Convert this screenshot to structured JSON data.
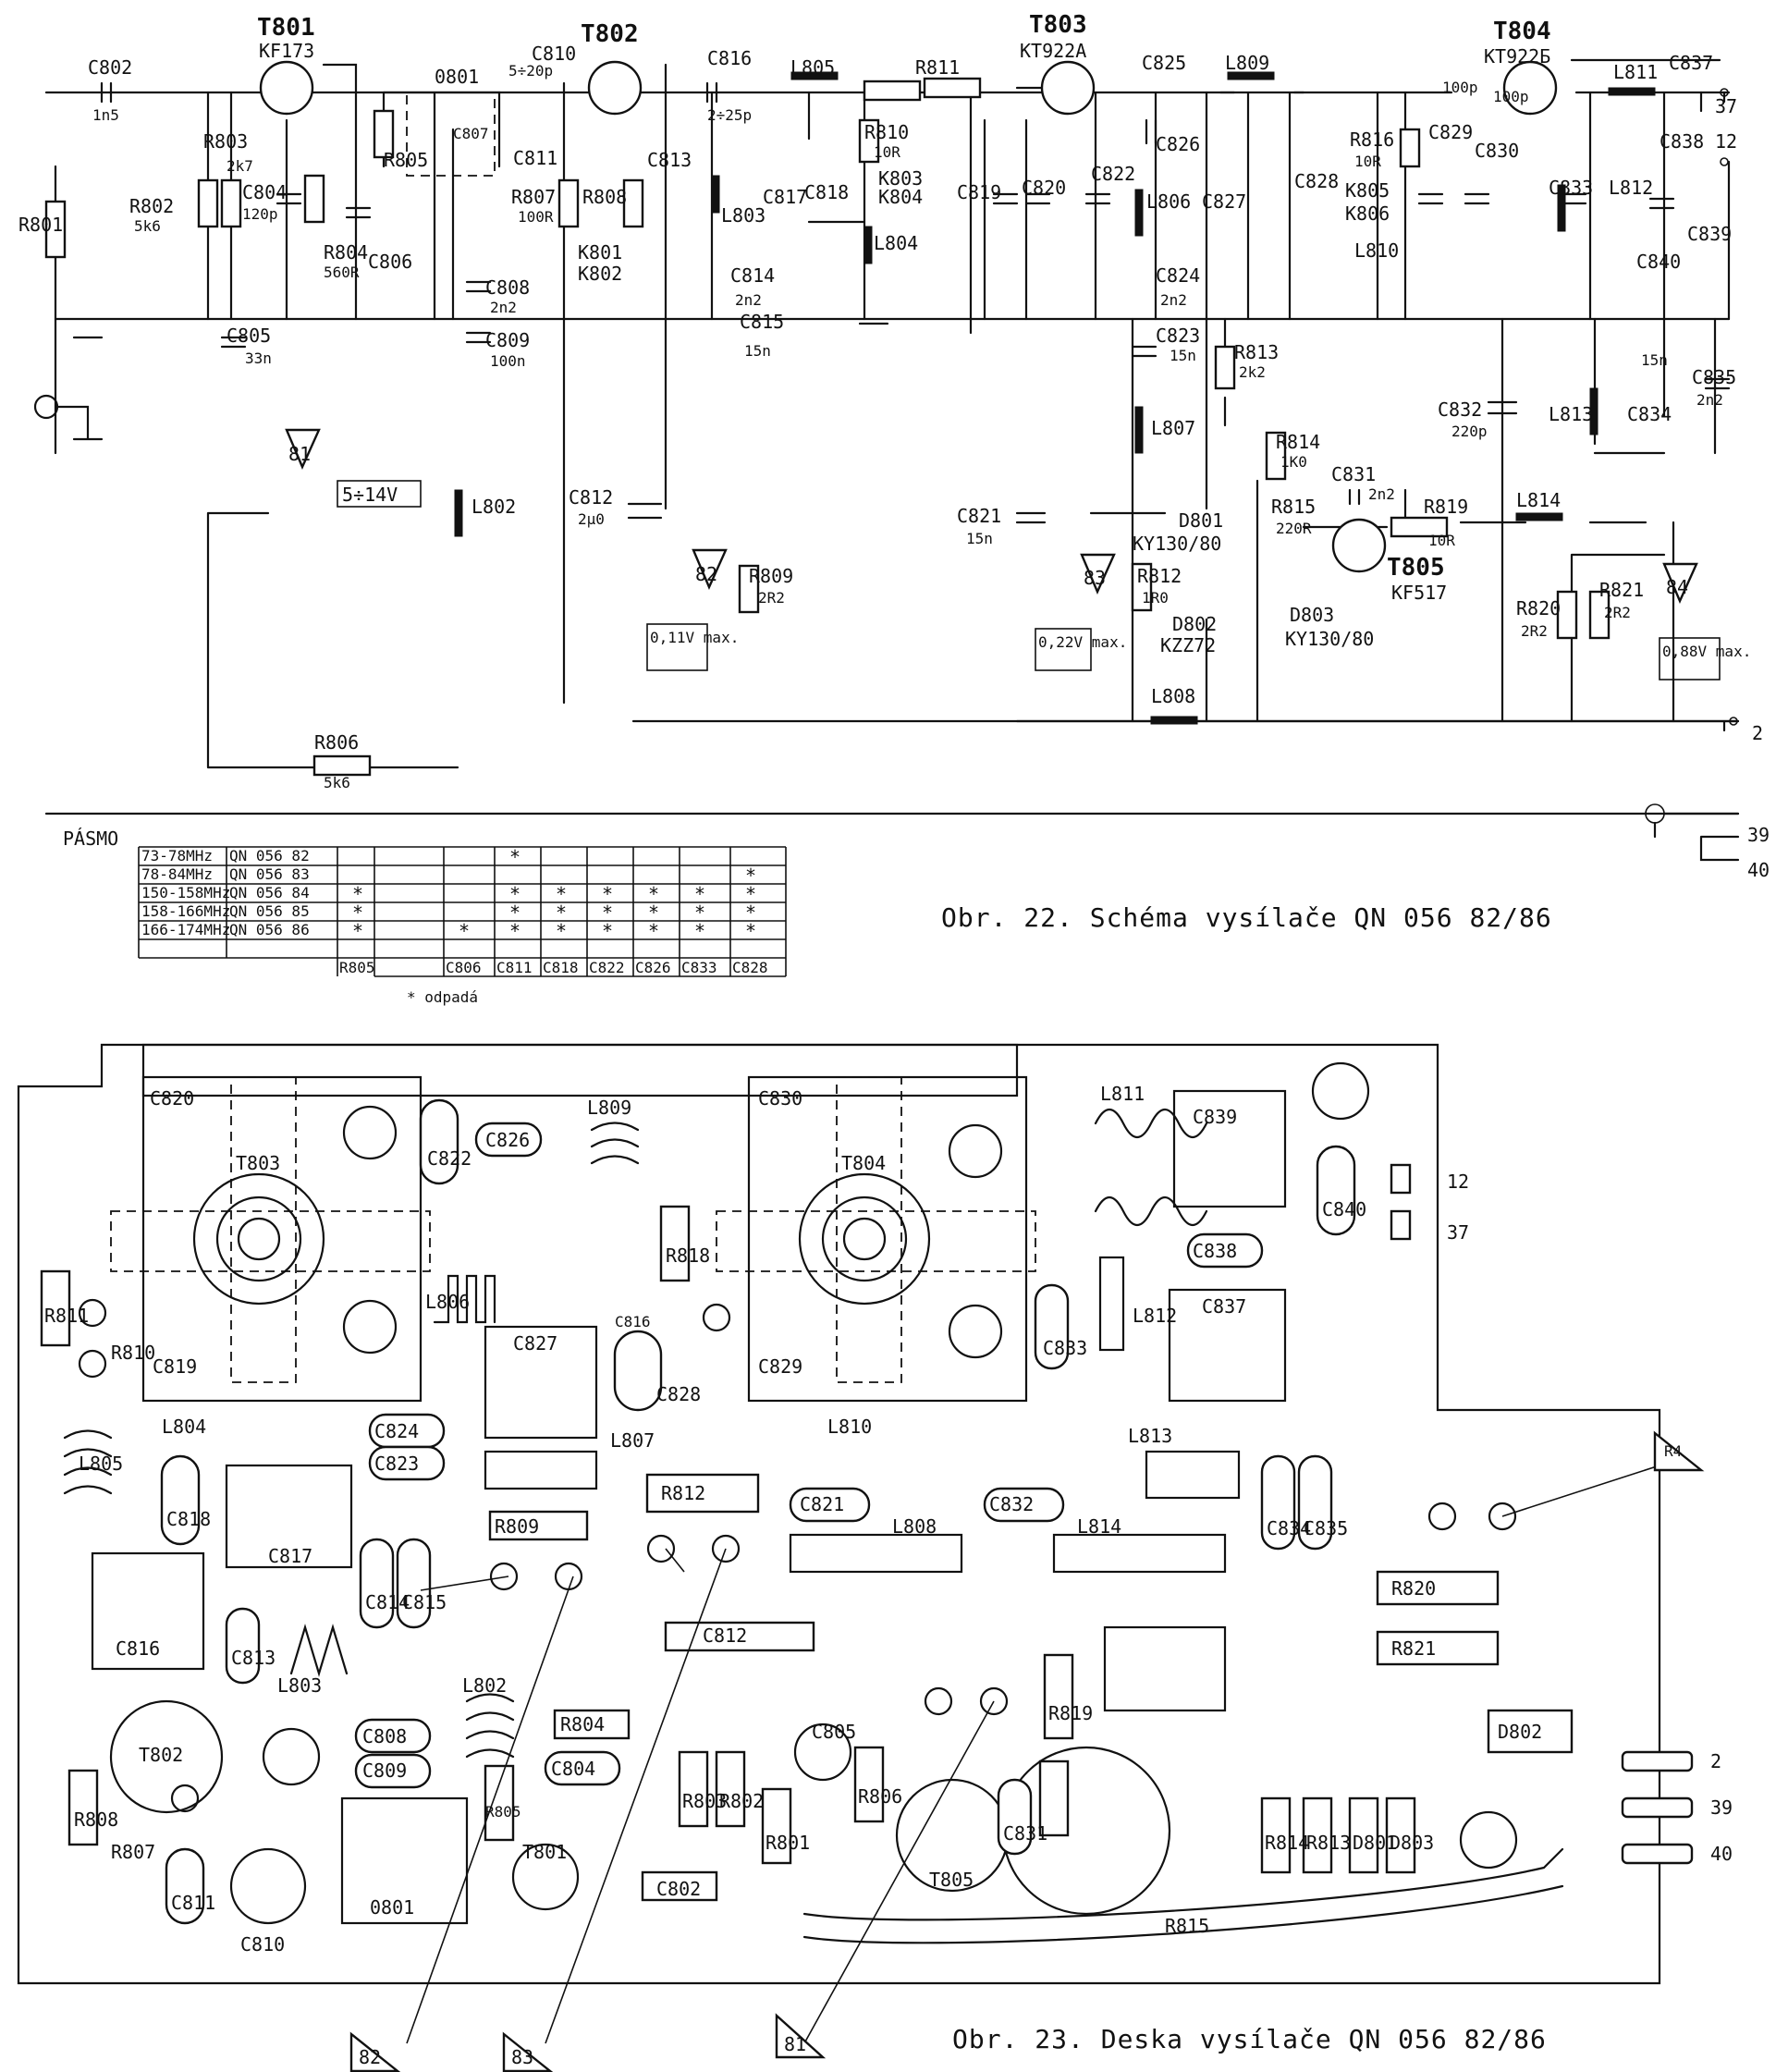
{
  "schematic": {
    "transistors": [
      {
        "ref": "T801",
        "type": "KF173"
      },
      {
        "ref": "T802",
        "type": ""
      },
      {
        "ref": "T803",
        "type": "KT922A"
      },
      {
        "ref": "T804",
        "type": "KT922Б"
      },
      {
        "ref": "T805",
        "type": "KF517"
      }
    ],
    "labels": [
      "C802",
      "1n5",
      "R801",
      "R802",
      "5k6",
      "R803",
      "2k7",
      "C804",
      "120p",
      "R804",
      "560R",
      "C806",
      "C805",
      "33n",
      "0801",
      "R805",
      "C807",
      "C810",
      "5÷20p",
      "C811",
      "R807",
      "100R",
      "R808",
      "C813",
      "K801",
      "K802",
      "C808",
      "2n2",
      "C809",
      "100n",
      "L802",
      "C812",
      "2µ0",
      "R809",
      "2R2",
      "R806",
      "5k6",
      "C816",
      "2÷25p",
      "L805",
      "R811",
      "R810",
      "10R",
      "K803",
      "K804",
      "L804",
      "L803",
      "C817",
      "C818",
      "C814",
      "2n2",
      "C815",
      "15n",
      "C819",
      "C820",
      "C822",
      "C825",
      "L809",
      "C826",
      "C828",
      "L806",
      "C827",
      "C824",
      "2n2",
      "C823",
      "15n",
      "R813",
      "2k2",
      "L807",
      "C821",
      "15n",
      "R814",
      "1K0",
      "C831",
      "2n2",
      "R815",
      "220R",
      "R819",
      "10R",
      "D801",
      "KY130/80",
      "R812",
      "1R0",
      "D802",
      "KZZ72",
      "D803",
      "KY130/80",
      "L808",
      "L814",
      "R816",
      "10R",
      "K805",
      "K806",
      "L810",
      "C829",
      "100p",
      "C830",
      "100p",
      "C833",
      "L811",
      "C837",
      "C838",
      "L812",
      "C840",
      "C839",
      "C832",
      "220p",
      "L813",
      "C834",
      "15n",
      "C835",
      "2n2",
      "R820",
      "2R2",
      "R821",
      "2R2"
    ],
    "probes": [
      {
        "id": "81",
        "reading": "5÷14V"
      },
      {
        "id": "82",
        "reading": "0,11V max."
      },
      {
        "id": "83",
        "reading": "0,22V max."
      },
      {
        "id": "84",
        "reading": "0,88V max."
      }
    ],
    "terminals": [
      "37",
      "12",
      "2",
      "39",
      "40"
    ]
  },
  "band_table": {
    "heading": "PÁSMO",
    "rows": [
      {
        "freq": "73-78MHz",
        "type": "QN 056 82"
      },
      {
        "freq": "78-84MHz",
        "type": "QN 056 83"
      },
      {
        "freq": "150-158MHz",
        "type": "QN 056 84"
      },
      {
        "freq": "158-166MHz",
        "type": "QN 056 85"
      },
      {
        "freq": "166-174MHz",
        "type": "QN 056 86"
      }
    ],
    "columns": [
      "R805",
      "",
      "C806",
      "C811",
      "C818",
      "C822",
      "C826",
      "C833",
      "C828"
    ],
    "marks": [
      [
        "",
        "",
        "",
        "*",
        "",
        "",
        "",
        "",
        ""
      ],
      [
        "",
        "",
        "",
        "",
        "",
        "",
        "",
        "",
        "*"
      ],
      [
        "*",
        "",
        "",
        "*",
        "*",
        "*",
        "*",
        "*",
        "*"
      ],
      [
        "*",
        "",
        "",
        "*",
        "*",
        "*",
        "*",
        "*",
        "*"
      ],
      [
        "*",
        "",
        "*",
        "*",
        "*",
        "*",
        "*",
        "*",
        "*"
      ]
    ],
    "mark_symbol": "*",
    "footnote": "* odpadá"
  },
  "caption_schematic": "Obr. 22. Schéma vysílače QN 056 82/86",
  "board": {
    "labels": [
      "C820",
      "T803",
      "C822",
      "C826",
      "L809",
      "C830",
      "T804",
      "L811",
      "C839",
      "12",
      "37",
      "C840",
      "C838",
      "R811",
      "R810",
      "C819",
      "L806",
      "C827",
      "R818",
      "C816",
      "C828",
      "C829",
      "L810",
      "C833",
      "L812",
      "C837",
      "L804",
      "C824",
      "C823",
      "L807",
      "L813",
      "R4",
      "L805",
      "C818",
      "C817",
      "C814",
      "C815",
      "R809",
      "R812",
      "C821",
      "L808",
      "C832",
      "L814",
      "C834",
      "C835",
      "C816",
      "C813",
      "L803",
      "L802",
      "C812",
      "R820",
      "R821",
      "D802",
      "T802",
      "C808",
      "C809",
      "R804",
      "C804",
      "R805",
      "C805",
      "R803",
      "R802",
      "R806",
      "R819",
      "R801",
      "C831",
      "T805",
      "R814",
      "R813",
      "D801",
      "D803",
      "2",
      "39",
      "40",
      "R815",
      "R808",
      "R807",
      "0801",
      "T801",
      "C802",
      "C811",
      "C810"
    ],
    "probes": [
      "82",
      "83",
      "81"
    ]
  },
  "caption_board": "Obr. 23. Deska vysílače QN 056 82/86"
}
